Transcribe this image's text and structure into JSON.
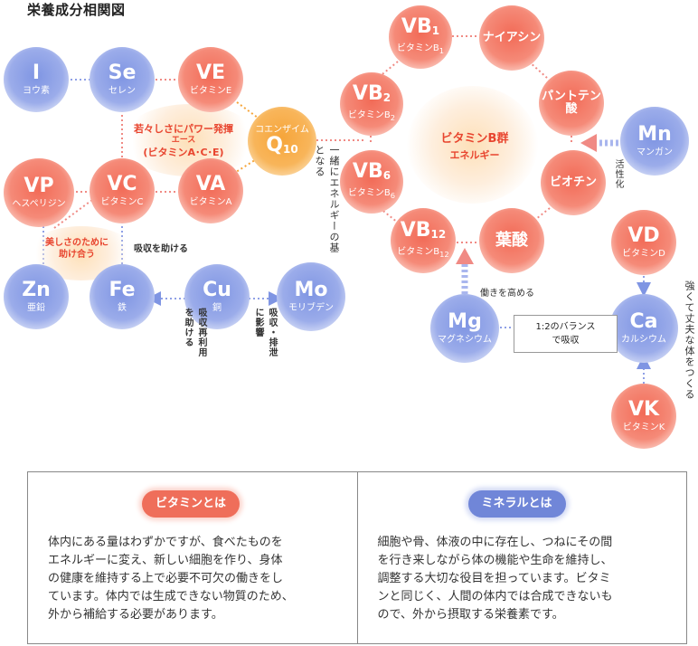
{
  "title": "栄養成分相関図",
  "nodes": {
    "i": {
      "symbol": "I",
      "name": "ヨウ素"
    },
    "se": {
      "symbol": "Se",
      "name": "セレン"
    },
    "ve": {
      "symbol": "VE",
      "name": "ビタミンE"
    },
    "q10": {
      "line1": "コエンザイム",
      "symbol": "Q",
      "suffix": "10"
    },
    "vp": {
      "symbol": "VP",
      "name": "ヘスペリジン"
    },
    "vc": {
      "symbol": "VC",
      "name": "ビタミンC"
    },
    "va": {
      "symbol": "VA",
      "name": "ビタミンA"
    },
    "zn": {
      "symbol": "Zn",
      "name": "亜鉛"
    },
    "fe": {
      "symbol": "Fe",
      "name": "鉄"
    },
    "cu": {
      "symbol": "Cu",
      "name": "銅"
    },
    "mo": {
      "symbol": "Mo",
      "name": "モリブデン"
    },
    "vb1": {
      "symbol": "VB",
      "suffix": "1",
      "name": "ビタミンB",
      "name_suffix": "1"
    },
    "niacin": {
      "symbol": "ナイアシン"
    },
    "vb2": {
      "symbol": "VB",
      "suffix": "2",
      "name": "ビタミンB",
      "name_suffix": "2"
    },
    "pantothenic": {
      "symbol": "パントテン酸"
    },
    "vb6": {
      "symbol": "VB",
      "suffix": "6",
      "name": "ビタミンB",
      "name_suffix": "6"
    },
    "biotin": {
      "symbol": "ビオチン"
    },
    "vb12": {
      "symbol": "VB",
      "suffix": "12",
      "name": "ビタミンB",
      "name_suffix": "12"
    },
    "folic": {
      "symbol": "葉酸"
    },
    "mn": {
      "symbol": "Mn",
      "name": "マンガン"
    },
    "vd": {
      "symbol": "VD",
      "name": "ビタミンD"
    },
    "mg": {
      "symbol": "Mg",
      "name": "マグネシウム"
    },
    "ca": {
      "symbol": "Ca",
      "name": "カルシウム"
    },
    "vk": {
      "symbol": "VK",
      "name": "ビタミンK"
    }
  },
  "b_group": {
    "title": "ビタミンB群",
    "subtitle": "エネルギー"
  },
  "annotations": {
    "youth_line1": "若々しさにパワー発揮",
    "youth_line2": "エース",
    "youth_line3": "(ビタミンA･C･E)",
    "beauty_line1": "美しさのために",
    "beauty_line2": "助け合う",
    "absorb_help": "吸収を助ける",
    "reuse": "吸収再利用を助ける",
    "excrete": "吸収・排泄に影響",
    "energy_base": "一緒にエネルギーの基となる",
    "activate": "活性化",
    "enhance": "働きを高める",
    "ratio_line1": "1:2のバランス",
    "ratio_line2": "で吸収",
    "strong_body": "強くて丈夫な体をつくる"
  },
  "info": {
    "vitamin": {
      "label": "ビタミンとは",
      "lines": [
        "体内にある量はわずかですが、食べたものを",
        "エネルギーに変え、新しい細胞を作り、身体",
        "の健康を維持する上で必要不可欠の働きをし",
        "ています。体内では生成できない物質のため、",
        "外から補給する必要があります。"
      ]
    },
    "mineral": {
      "label": "ミネラルとは",
      "lines": [
        "細胞や骨、体液の中に存在し、つねにその間",
        "を行き来しながら体の機能や生命を維持し、",
        "調整する大切な役目を担っています。ビタミ",
        "ンと同じく、人間の体内では合成できないも",
        "ので、外から摂取する栄養素です。"
      ]
    }
  },
  "colors": {
    "vitamin_red": "#f26b57",
    "mineral_blue": "#7f95e3",
    "q10_orange": "#f6a53a",
    "text_red": "#e8452f"
  }
}
